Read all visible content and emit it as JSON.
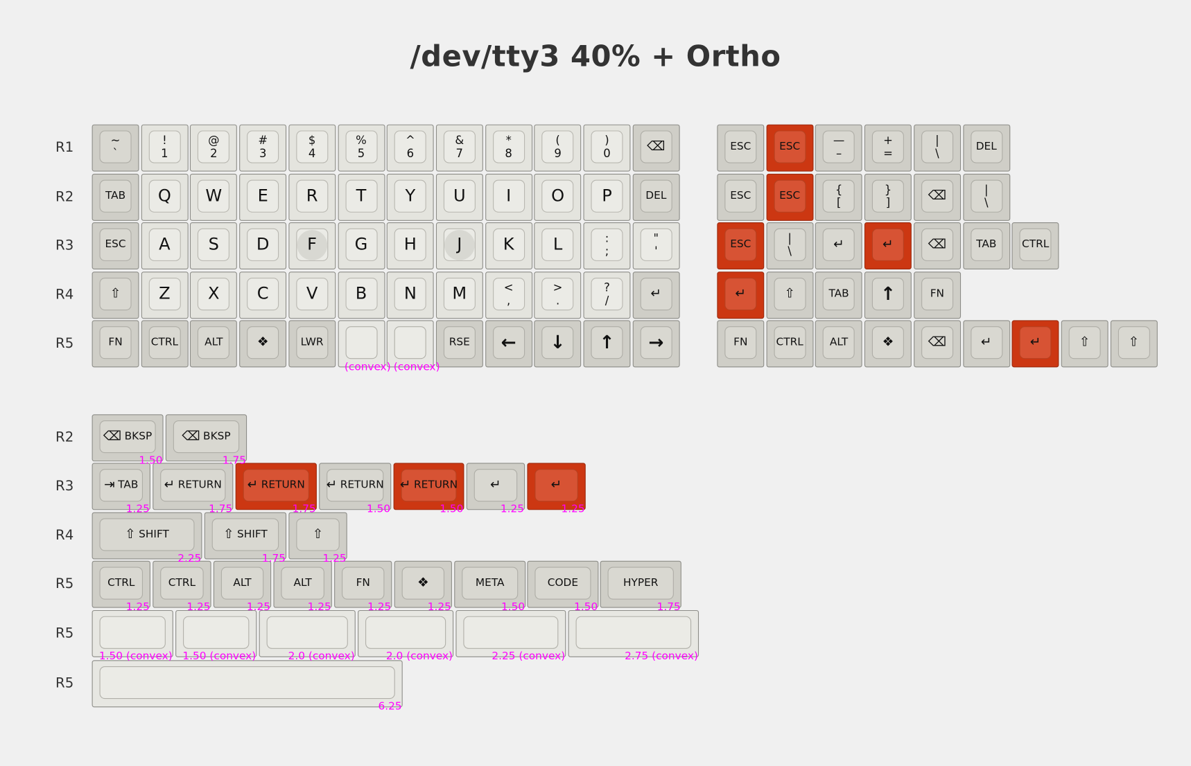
{
  "title": "/dev/tty3 40% + Ortho",
  "colors": {
    "mod": "#cfcec7",
    "alpha": "#e4e4de",
    "accent": "#cc3712",
    "note": "#ff00ff"
  },
  "sections": {
    "left": {
      "rows": [
        {
          "label": "R1",
          "keys": [
            {
              "t": "~",
              "b": "`",
              "s": "mod"
            },
            {
              "t": "!",
              "b": "1",
              "s": "alpha"
            },
            {
              "t": "@",
              "b": "2",
              "s": "alpha"
            },
            {
              "t": "#",
              "b": "3",
              "s": "alpha"
            },
            {
              "t": "$",
              "b": "4",
              "s": "alpha"
            },
            {
              "t": "%",
              "b": "5",
              "s": "alpha"
            },
            {
              "t": "^",
              "b": "6",
              "s": "alpha"
            },
            {
              "t": "&",
              "b": "7",
              "s": "alpha"
            },
            {
              "t": "*",
              "b": "8",
              "s": "alpha"
            },
            {
              "t": "(",
              "b": "9",
              "s": "alpha"
            },
            {
              "t": ")",
              "b": "0",
              "s": "alpha"
            },
            {
              "icon": "backspace",
              "s": "mod"
            }
          ]
        },
        {
          "label": "R2",
          "keys": [
            {
              "l": "TAB",
              "s": "mod"
            },
            {
              "l": "Q",
              "s": "alpha"
            },
            {
              "l": "W",
              "s": "alpha"
            },
            {
              "l": "E",
              "s": "alpha"
            },
            {
              "l": "R",
              "s": "alpha"
            },
            {
              "l": "T",
              "s": "alpha"
            },
            {
              "l": "Y",
              "s": "alpha"
            },
            {
              "l": "U",
              "s": "alpha"
            },
            {
              "l": "I",
              "s": "alpha"
            },
            {
              "l": "O",
              "s": "alpha"
            },
            {
              "l": "P",
              "s": "alpha"
            },
            {
              "l": "DEL",
              "s": "mod"
            }
          ]
        },
        {
          "label": "R3",
          "keys": [
            {
              "l": "ESC",
              "s": "mod"
            },
            {
              "l": "A",
              "s": "alpha"
            },
            {
              "l": "S",
              "s": "alpha"
            },
            {
              "l": "D",
              "s": "alpha"
            },
            {
              "l": "F",
              "s": "alpha",
              "home": true
            },
            {
              "l": "G",
              "s": "alpha"
            },
            {
              "l": "H",
              "s": "alpha"
            },
            {
              "l": "J",
              "s": "alpha",
              "home": true
            },
            {
              "l": "K",
              "s": "alpha"
            },
            {
              "l": "L",
              "s": "alpha"
            },
            {
              "t": ":",
              "b": ";",
              "s": "alpha"
            },
            {
              "t": "\"",
              "b": "'",
              "s": "alpha"
            }
          ]
        },
        {
          "label": "R4",
          "keys": [
            {
              "icon": "shift",
              "s": "mod"
            },
            {
              "l": "Z",
              "s": "alpha"
            },
            {
              "l": "X",
              "s": "alpha"
            },
            {
              "l": "C",
              "s": "alpha"
            },
            {
              "l": "V",
              "s": "alpha"
            },
            {
              "l": "B",
              "s": "alpha"
            },
            {
              "l": "N",
              "s": "alpha"
            },
            {
              "l": "M",
              "s": "alpha"
            },
            {
              "t": "<",
              "b": ",",
              "s": "alpha"
            },
            {
              "t": ">",
              "b": ".",
              "s": "alpha"
            },
            {
              "t": "?",
              "b": "/",
              "s": "alpha"
            },
            {
              "icon": "return",
              "s": "mod"
            }
          ]
        },
        {
          "label": "R5",
          "keys": [
            {
              "l": "FN",
              "s": "mod"
            },
            {
              "l": "CTRL",
              "s": "mod"
            },
            {
              "l": "ALT",
              "s": "mod"
            },
            {
              "icon": "diamond",
              "s": "mod"
            },
            {
              "l": "LWR",
              "s": "mod"
            },
            {
              "s": "convex",
              "note": "(convex)"
            },
            {
              "s": "convex",
              "note": "(convex)"
            },
            {
              "l": "RSE",
              "s": "mod"
            },
            {
              "icon": "arrow-left",
              "s": "mod"
            },
            {
              "icon": "arrow-down",
              "s": "mod"
            },
            {
              "icon": "arrow-up",
              "s": "mod"
            },
            {
              "icon": "arrow-right",
              "s": "mod"
            }
          ]
        }
      ]
    },
    "right": {
      "rows": [
        {
          "keys": [
            {
              "l": "ESC",
              "s": "mod"
            },
            {
              "l": "ESC",
              "s": "red"
            },
            {
              "t": "—",
              "b": "–",
              "s": "mod"
            },
            {
              "t": "+",
              "b": "=",
              "s": "mod"
            },
            {
              "t": "|",
              "b": "\\",
              "s": "mod"
            },
            {
              "l": "DEL",
              "s": "mod"
            }
          ]
        },
        {
          "keys": [
            {
              "l": "ESC",
              "s": "mod"
            },
            {
              "l": "ESC",
              "s": "red"
            },
            {
              "t": "{",
              "b": "[",
              "s": "mod"
            },
            {
              "t": "}",
              "b": "]",
              "s": "mod"
            },
            {
              "icon": "backspace",
              "s": "mod"
            },
            {
              "t": "|",
              "b": "\\",
              "s": "mod"
            }
          ]
        },
        {
          "keys": [
            {
              "l": "ESC",
              "s": "red"
            },
            {
              "t": "|",
              "b": "\\",
              "s": "mod"
            },
            {
              "icon": "return",
              "s": "mod"
            },
            {
              "icon": "return",
              "s": "red"
            },
            {
              "icon": "backspace",
              "s": "mod"
            },
            {
              "l": "TAB",
              "s": "mod"
            },
            {
              "l": "CTRL",
              "s": "mod"
            }
          ]
        },
        {
          "keys": [
            {
              "icon": "return",
              "s": "red"
            },
            {
              "icon": "shift",
              "s": "mod"
            },
            {
              "l": "TAB",
              "s": "mod"
            },
            {
              "icon": "arrow-up",
              "s": "mod"
            },
            {
              "l": "FN",
              "s": "mod"
            }
          ]
        },
        {
          "keys": [
            {
              "l": "FN",
              "s": "mod"
            },
            {
              "l": "CTRL",
              "s": "mod"
            },
            {
              "l": "ALT",
              "s": "mod"
            },
            {
              "icon": "diamond",
              "s": "mod"
            },
            {
              "icon": "backspace",
              "s": "mod"
            },
            {
              "icon": "return",
              "s": "mod"
            },
            {
              "icon": "return",
              "s": "red"
            },
            {
              "icon": "shift",
              "s": "mod"
            },
            {
              "icon": "shift",
              "s": "mod"
            }
          ]
        }
      ]
    },
    "bottom": {
      "rows": [
        {
          "label": "R2",
          "keys": [
            {
              "icon": "backspace",
              "l": "BKSP",
              "s": "mod",
              "size": "1.50"
            },
            {
              "icon": "backspace",
              "l": "BKSP",
              "s": "mod",
              "size": "1.75"
            }
          ]
        },
        {
          "label": "R3",
          "keys": [
            {
              "icon": "tab",
              "l": "TAB",
              "s": "mod",
              "size": "1.25"
            },
            {
              "icon": "return",
              "l": "RETURN",
              "s": "mod",
              "size": "1.75"
            },
            {
              "icon": "return",
              "l": "RETURN",
              "s": "red",
              "size": "1.75"
            },
            {
              "icon": "return",
              "l": "RETURN",
              "s": "mod",
              "size": "1.50"
            },
            {
              "icon": "return",
              "l": "RETURN",
              "s": "red",
              "size": "1.50"
            },
            {
              "icon": "return",
              "s": "mod",
              "size": "1.25"
            },
            {
              "icon": "return",
              "s": "red",
              "size": "1.25"
            }
          ]
        },
        {
          "label": "R4",
          "keys": [
            {
              "icon": "shift",
              "l": "SHIFT",
              "s": "mod",
              "size": "2.25"
            },
            {
              "icon": "shift",
              "l": "SHIFT",
              "s": "mod",
              "size": "1.75"
            },
            {
              "icon": "shift",
              "s": "mod",
              "size": "1.25"
            }
          ]
        },
        {
          "label": "R5",
          "keys": [
            {
              "l": "CTRL",
              "s": "mod",
              "size": "1.25"
            },
            {
              "l": "CTRL",
              "s": "mod",
              "size": "1.25"
            },
            {
              "l": "ALT",
              "s": "mod",
              "size": "1.25"
            },
            {
              "l": "ALT",
              "s": "mod",
              "size": "1.25"
            },
            {
              "l": "FN",
              "s": "mod",
              "size": "1.25"
            },
            {
              "icon": "diamond",
              "s": "mod",
              "size": "1.25"
            },
            {
              "l": "META",
              "s": "mod",
              "size": "1.50"
            },
            {
              "l": "CODE",
              "s": "mod",
              "size": "1.50"
            },
            {
              "l": "HYPER",
              "s": "mod",
              "size": "1.75"
            }
          ]
        },
        {
          "label": "R5",
          "keys": [
            {
              "s": "convex",
              "size": "1.50 (convex)"
            },
            {
              "s": "convex",
              "size": "1.50 (convex)"
            },
            {
              "s": "convex",
              "size": "2.0 (convex)"
            },
            {
              "s": "convex",
              "size": "2.0 (convex)"
            },
            {
              "s": "convex",
              "size": "2.25 (convex)"
            },
            {
              "s": "convex",
              "size": "2.75 (convex)"
            }
          ]
        },
        {
          "label": "R5",
          "keys": [
            {
              "s": "convex",
              "size": "6.25"
            }
          ]
        }
      ]
    }
  }
}
